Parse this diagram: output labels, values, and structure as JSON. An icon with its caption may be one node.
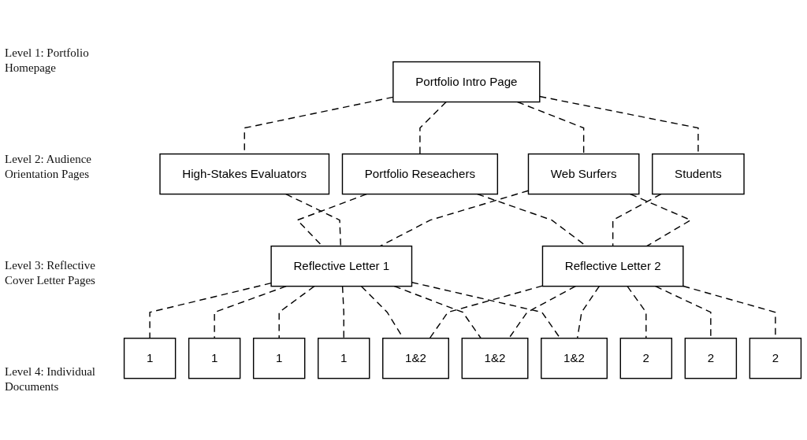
{
  "diagram": {
    "nodes": [
      {
        "text": [
          "Portfolio Intro Page"
        ]
      },
      {
        "text": [
          "Portfolio Reseachers"
        ]
      },
      {
        "text": [
          "High-Stakes Evaluators"
        ]
      },
      {
        "text": [
          "Students"
        ]
      },
      {
        "text": [
          "Web Surfers"
        ]
      },
      {
        "text": [
          "Reflective Letter 1"
        ]
      },
      {
        "text": [
          "Reflective Letter 2"
        ]
      },
      {
        "text": [
          "1"
        ]
      },
      {
        "text": [
          "1"
        ]
      },
      {
        "text": [
          "1"
        ]
      },
      {
        "text": [
          "1"
        ]
      },
      {
        "text": [
          "1&2"
        ]
      },
      {
        "text": [
          "1&2"
        ]
      },
      {
        "text": [
          "1&2"
        ]
      },
      {
        "text": [
          "2"
        ]
      },
      {
        "text": [
          "2"
        ]
      },
      {
        "text": [
          "2"
        ]
      }
    ],
    "edges": [
      {
        "from": 0,
        "to": 1,
        "arrow": "none",
        "style": "dashed"
      },
      {
        "from": 0,
        "to": 2,
        "arrow": "none",
        "style": "dashed"
      },
      {
        "from": 0,
        "to": 3,
        "arrow": "none",
        "style": "dashed"
      },
      {
        "from": 0,
        "to": 4,
        "arrow": "none",
        "style": "dashed"
      },
      {
        "from": 1,
        "to": 5,
        "arrow": "none",
        "style": "dashed"
      },
      {
        "from": 1,
        "to": 6,
        "arrow": "none",
        "style": "dashed"
      },
      {
        "from": 2,
        "to": 5,
        "arrow": "none",
        "style": "dashed"
      },
      {
        "from": 3,
        "to": 6,
        "arrow": "none",
        "style": "dashed"
      },
      {
        "from": 4,
        "to": 5,
        "arrow": "none",
        "style": "dashed"
      },
      {
        "from": 4,
        "to": 6,
        "arrow": "none",
        "style": "dashed"
      },
      {
        "from": 5,
        "to": 7,
        "arrow": "none",
        "style": "dashed"
      },
      {
        "from": 5,
        "to": 8,
        "arrow": "none",
        "style": "dashed"
      },
      {
        "from": 5,
        "to": 9,
        "arrow": "none",
        "style": "dashed"
      },
      {
        "from": 5,
        "to": 10,
        "arrow": "none",
        "style": "dashed"
      },
      {
        "from": 5,
        "to": 11,
        "arrow": "none",
        "style": "dashed"
      },
      {
        "from": 5,
        "to": 12,
        "arrow": "none",
        "style": "dashed"
      },
      {
        "from": 5,
        "to": 13,
        "arrow": "none",
        "style": "dashed"
      },
      {
        "from": 6,
        "to": 11,
        "arrow": "none",
        "style": "dashed"
      },
      {
        "from": 6,
        "to": 12,
        "arrow": "none",
        "style": "dashed"
      },
      {
        "from": 6,
        "to": 13,
        "arrow": "none",
        "style": "dashed"
      },
      {
        "from": 6,
        "to": 14,
        "arrow": "none",
        "style": "dashed"
      },
      {
        "from": 6,
        "to": 15,
        "arrow": "none",
        "style": "dashed"
      },
      {
        "from": 6,
        "to": 16,
        "arrow": "none",
        "style": "dashed"
      }
    ],
    "labels": [
      "Level 1: Portfolio Homepage",
      "Level 2: Audience Orientation Pages",
      "Level 3: Reflective Cover Letter Pages",
      "Level 4: Individual Documents"
    ]
  }
}
